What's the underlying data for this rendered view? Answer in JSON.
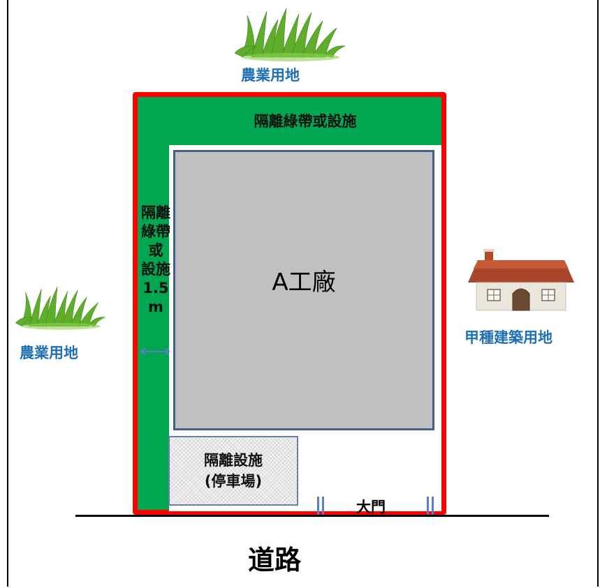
{
  "labels": {
    "farmland_top": "農業用地",
    "farmland_left": "農業用地",
    "residential": "甲種建築用地",
    "buffer_top": "隔離綠帶或設施",
    "buffer_side_lines": [
      "隔離",
      "綠帶",
      "或",
      "設施",
      "1.5",
      "m"
    ],
    "factory": "A工廠",
    "parking_line1": "隔離設施",
    "parking_line2": "(停車場)",
    "gate": "大門",
    "road": "道路"
  },
  "colors": {
    "property_border": "#ff0000",
    "green_buffer": "#00a650",
    "factory_fill": "#c0c0c0",
    "label_blue": "#1f6fb4"
  },
  "icons": [
    "grass-icon",
    "grass-icon",
    "house-icon",
    "double-arrow-icon"
  ]
}
